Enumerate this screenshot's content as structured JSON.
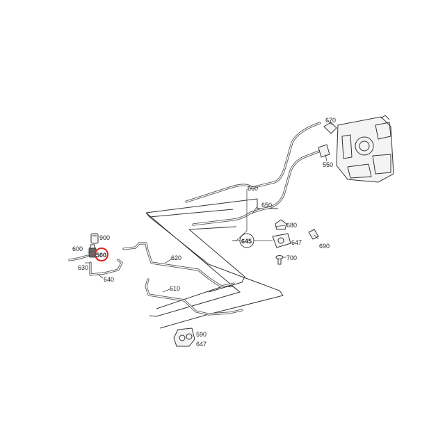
{
  "diagram": {
    "part_labels": {
      "p670": "670",
      "p550": "550",
      "p660": "660",
      "p650": "650",
      "p680": "680",
      "p645": "645",
      "p647a": "647",
      "p690": "690",
      "p700": "700",
      "p900": "900",
      "p600": "600",
      "p500": "500",
      "p630": "630",
      "p640": "640",
      "p620": "620",
      "p610": "610",
      "p590": "590",
      "p647b": "647"
    },
    "highlighted_part": "500",
    "highlight_color": "#e02020"
  }
}
